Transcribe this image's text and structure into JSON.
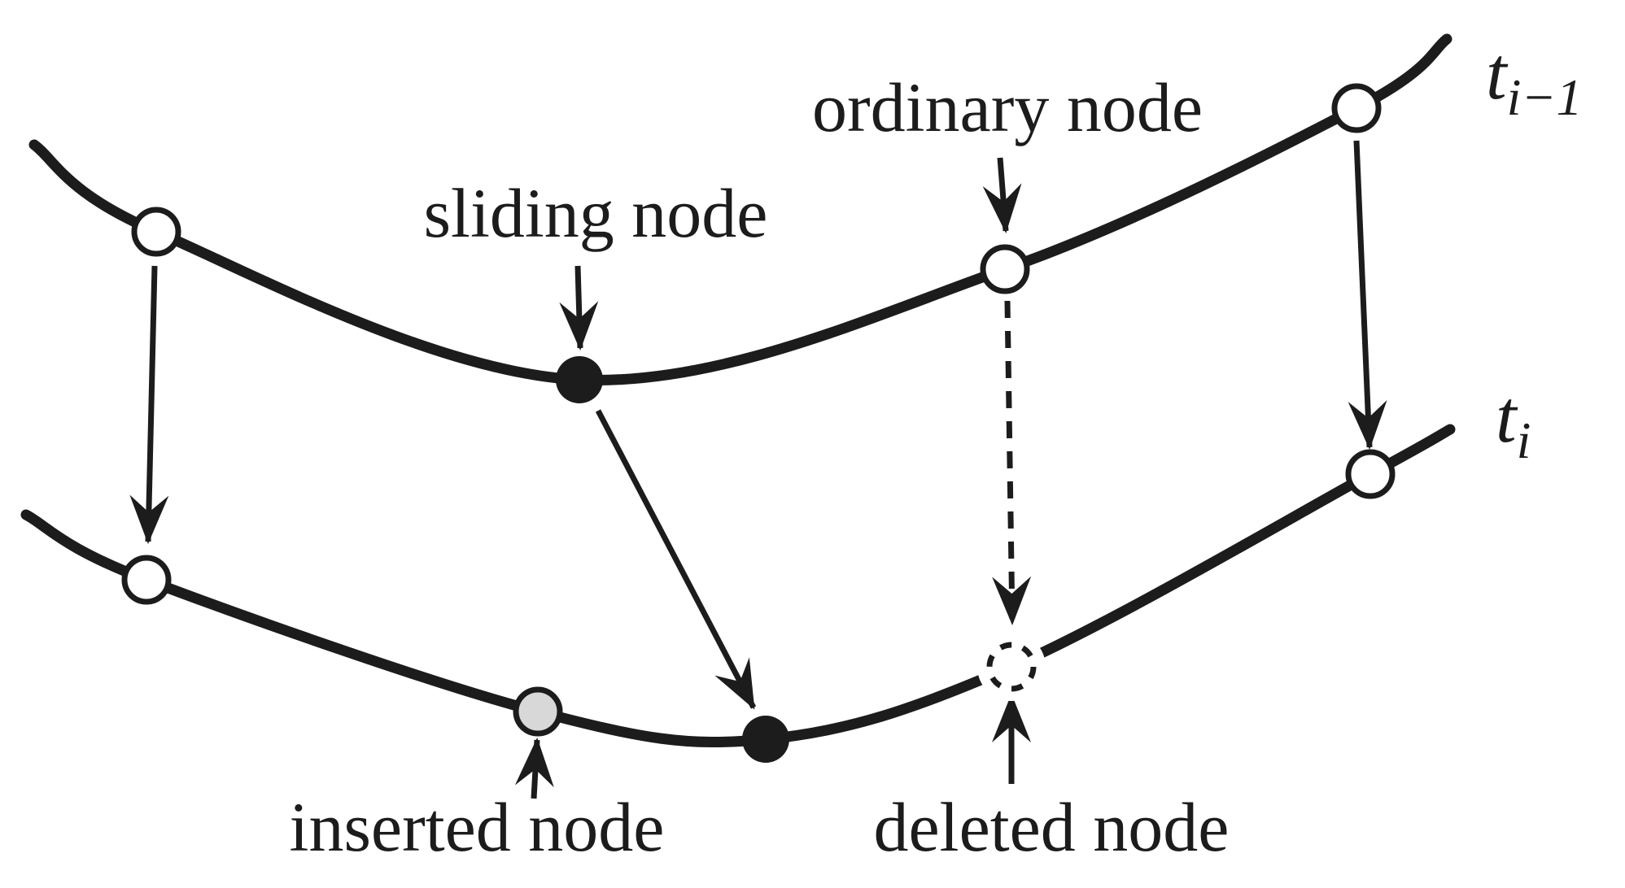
{
  "diagram": {
    "annotations": {
      "sliding_node": "sliding node",
      "ordinary_node": "ordinary node",
      "inserted_node": "inserted node",
      "deleted_node": "deleted node"
    },
    "curve_labels": {
      "previous_time": {
        "base": "t",
        "subscript": "i−1"
      },
      "current_time": {
        "base": "t",
        "subscript": "i"
      }
    },
    "colors": {
      "ink": "#1c1c1c",
      "inserted_node_fill": "#d8d8d8",
      "background": "#ffffff"
    },
    "nodes": [
      {
        "curve": "previous_time",
        "style": "open"
      },
      {
        "curve": "previous_time",
        "style": "filled",
        "label": "sliding node"
      },
      {
        "curve": "previous_time",
        "style": "open",
        "label": "ordinary node"
      },
      {
        "curve": "previous_time",
        "style": "open"
      },
      {
        "curve": "current_time",
        "style": "open"
      },
      {
        "curve": "current_time",
        "style": "gray",
        "label": "inserted node"
      },
      {
        "curve": "current_time",
        "style": "filled"
      },
      {
        "curve": "current_time",
        "style": "dashed-open",
        "label": "deleted node"
      },
      {
        "curve": "current_time",
        "style": "open"
      }
    ]
  }
}
